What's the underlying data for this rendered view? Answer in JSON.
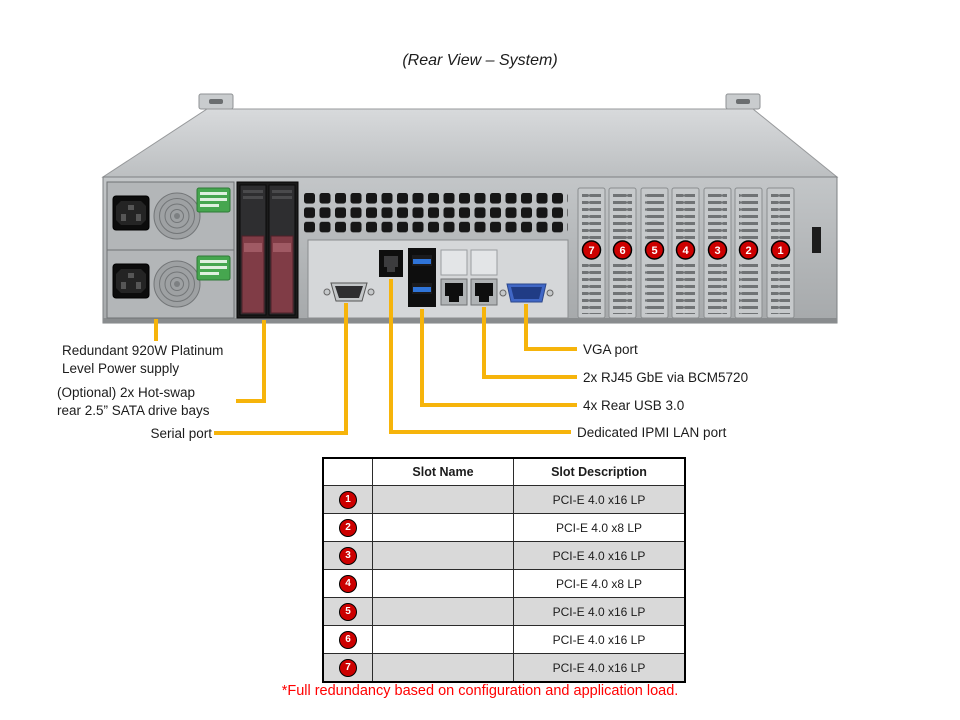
{
  "title": "(Rear View – System)",
  "colors": {
    "callout": "#F6B40B",
    "badge": "#CC0000",
    "footnote": "#FF0000",
    "row-alt": "#D9D9D9"
  },
  "callouts": {
    "psu": [
      "Redundant 920W Platinum",
      "Level Power supply"
    ],
    "bays": [
      "(Optional) 2x Hot-swap",
      "rear 2.5” SATA drive bays"
    ],
    "serial": "Serial port",
    "vga": "VGA port",
    "gbe": "2x RJ45 GbE via BCM5720",
    "usb": "4x Rear USB 3.0",
    "ipmi": "Dedicated IPMI LAN port"
  },
  "chassis": {
    "slot_badges": [
      "7",
      "6",
      "5",
      "4",
      "3",
      "2",
      "1"
    ]
  },
  "table": {
    "headers": {
      "slot_name": "Slot Name",
      "slot_description": "Slot Description"
    },
    "rows": [
      {
        "num": "1",
        "name": "",
        "desc": "PCI-E 4.0 x16 LP"
      },
      {
        "num": "2",
        "name": "",
        "desc": "PCI-E 4.0 x8 LP"
      },
      {
        "num": "3",
        "name": "",
        "desc": "PCI-E 4.0 x16 LP"
      },
      {
        "num": "4",
        "name": "",
        "desc": "PCI-E 4.0 x8 LP"
      },
      {
        "num": "5",
        "name": "",
        "desc": "PCI-E 4.0 x16 LP"
      },
      {
        "num": "6",
        "name": "",
        "desc": "PCI-E 4.0 x16 LP"
      },
      {
        "num": "7",
        "name": "",
        "desc": "PCI-E 4.0 x16 LP"
      }
    ]
  },
  "footnote": "*Full redundancy based on configuration and application load."
}
